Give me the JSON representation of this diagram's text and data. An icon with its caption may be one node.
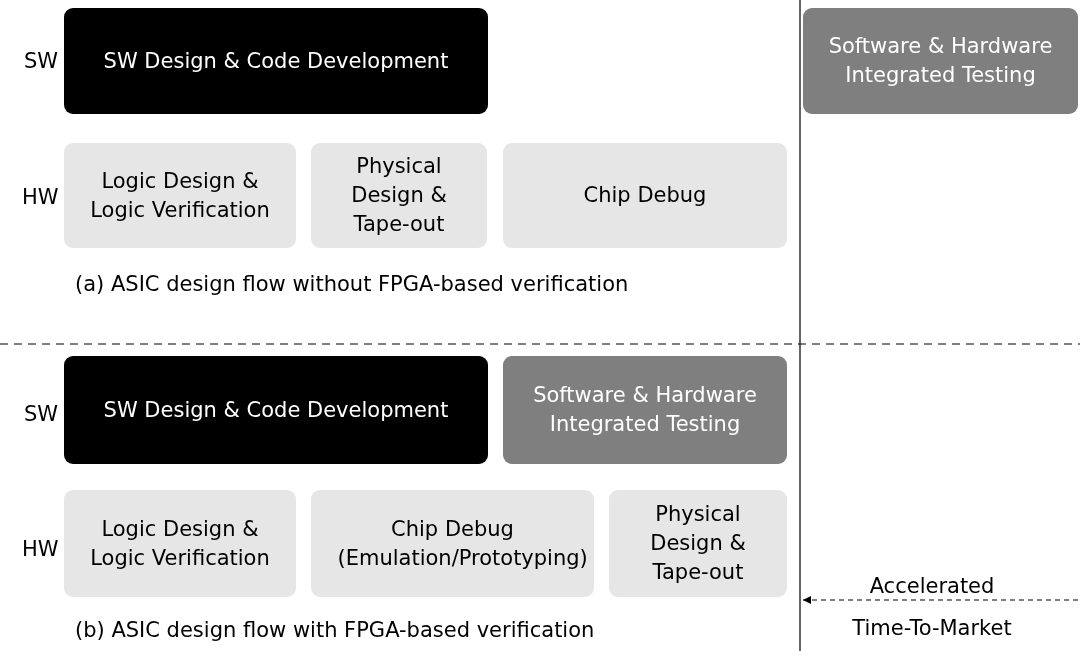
{
  "diagram": {
    "nodes": [
      {
        "text": [
          "SW Design & Code Development"
        ]
      },
      {
        "text": [
          "Software & Hardware Integrated Testing"
        ]
      },
      {
        "text": [
          "Logic Design & Logic Verification"
        ]
      },
      {
        "text": [
          "Physical Design & Tape-out"
        ]
      },
      {
        "text": [
          "Chip Debug"
        ]
      },
      {
        "text": [
          "SW Design & Code Development"
        ]
      },
      {
        "text": [
          "Software & Hardware Integrated Testing"
        ]
      },
      {
        "text": [
          "Logic Design & Logic Verification"
        ]
      },
      {
        "text": [
          "Chip Debug (Emulation/Prototyping)"
        ]
      },
      {
        "text": [
          "Physical Design & Tape-out"
        ]
      }
    ],
    "labels": [
      "SW",
      "HW",
      "(a) ASIC design flow without FPGA-based verification",
      "SW",
      "HW",
      "Accelerated Time-To-Market",
      "(b) ASIC design flow with FPGA-based verification"
    ]
  }
}
